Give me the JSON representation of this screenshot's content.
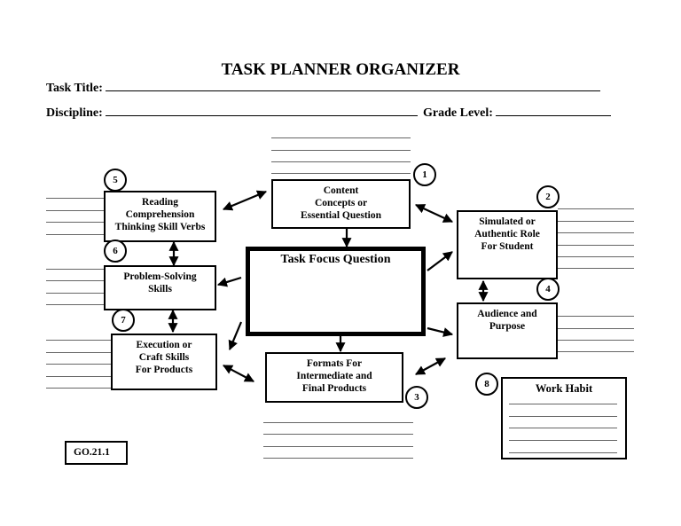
{
  "title": "TASK PLANNER ORGANIZER",
  "fields": {
    "task_title_label": "Task Title:",
    "discipline_label": "Discipline:",
    "grade_level_label": "Grade Level:"
  },
  "boxes": {
    "content": {
      "number": "1",
      "lines": [
        "Content",
        "Concepts or",
        "Essential Question"
      ]
    },
    "role": {
      "number": "2",
      "lines": [
        "Simulated or",
        "Authentic Role",
        "For Student"
      ]
    },
    "formats": {
      "number": "3",
      "lines": [
        "Formats For",
        "Intermediate and",
        "Final Products"
      ]
    },
    "audience": {
      "number": "4",
      "lines": [
        "Audience and",
        "Purpose"
      ]
    },
    "reading": {
      "number": "5",
      "lines": [
        "Reading",
        "Comprehension",
        "Thinking Skill Verbs"
      ]
    },
    "problem": {
      "number": "6",
      "lines": [
        "Problem-Solving",
        "Skills"
      ]
    },
    "execution": {
      "number": "7",
      "lines": [
        "Execution or",
        "Craft Skills",
        "For Products"
      ]
    },
    "workhabit": {
      "number": "8",
      "lines": [
        "Work Habit"
      ]
    },
    "focus": {
      "lines": [
        "Task Focus Question"
      ]
    }
  },
  "form_code": "GO.21.1"
}
